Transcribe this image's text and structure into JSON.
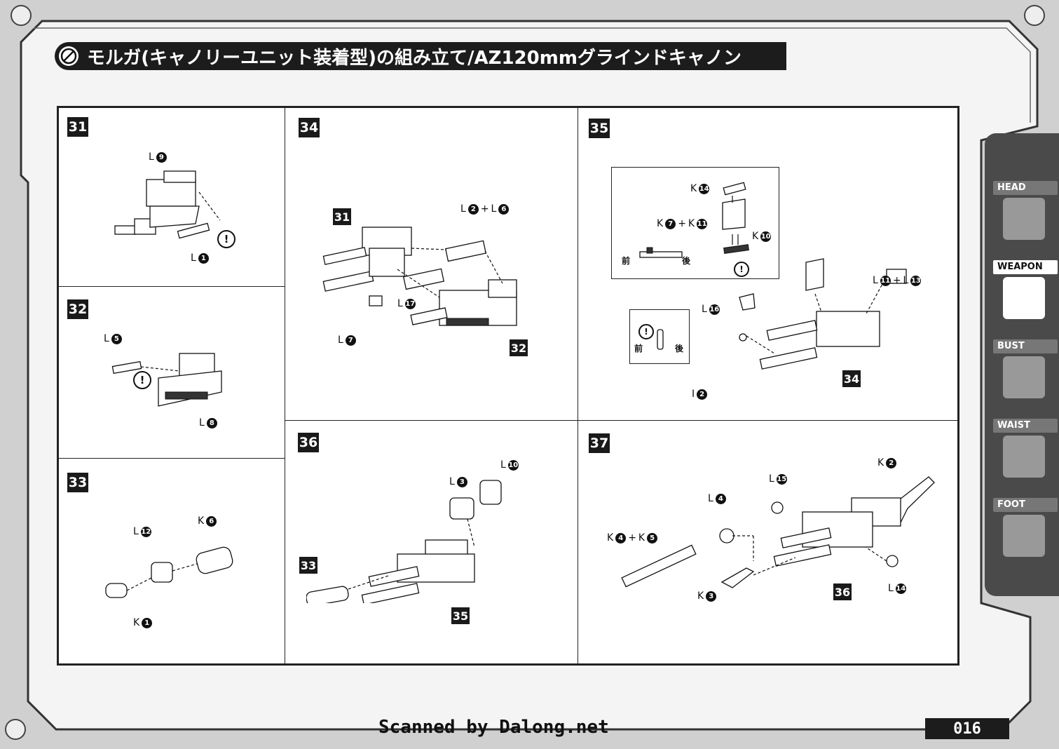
{
  "header": {
    "title": "モルガ(キャノリーユニット装着型)の組み立て/AZ120mmグラインドキャノン"
  },
  "side_nav": {
    "tabs": [
      {
        "label": "HEAD"
      },
      {
        "label": "WEAPON"
      },
      {
        "label": "BUST"
      },
      {
        "label": "WAIST"
      },
      {
        "label": "FOOT"
      }
    ]
  },
  "steps": {
    "s31": {
      "number": "31",
      "parts": [
        "L",
        "L"
      ],
      "nums": [
        "9",
        "1"
      ]
    },
    "s32": {
      "number": "32",
      "parts": [
        "L",
        "L"
      ],
      "nums": [
        "5",
        "8"
      ]
    },
    "s33": {
      "number": "33",
      "parts": [
        "L",
        "K",
        "K"
      ],
      "nums": [
        "12",
        "6",
        "1"
      ]
    },
    "s34": {
      "number": "34",
      "ref_a": "31",
      "ref_b": "32",
      "l2l6": [
        "L",
        "2",
        "+",
        "L",
        "6"
      ],
      "l17": [
        "L",
        "17"
      ],
      "l7": [
        "L",
        "7"
      ]
    },
    "s35": {
      "number": "35",
      "ref": "34",
      "k14": [
        "K",
        "14"
      ],
      "k7k11": [
        "K",
        "7",
        "+",
        "K",
        "11"
      ],
      "k10": [
        "K",
        "10"
      ],
      "l11l13": [
        "L",
        "11",
        "+",
        "L",
        "13"
      ],
      "l16": [
        "L",
        "16"
      ],
      "i2": [
        "I",
        "2"
      ],
      "front": "前",
      "back": "後"
    },
    "s36": {
      "number": "36",
      "ref_a": "33",
      "ref_b": "35",
      "l10": [
        "L",
        "10"
      ],
      "l3": [
        "L",
        "3"
      ]
    },
    "s37": {
      "number": "37",
      "ref": "36",
      "k2": [
        "K",
        "2"
      ],
      "l15": [
        "L",
        "15"
      ],
      "l4": [
        "L",
        "4"
      ],
      "k4k5": [
        "K",
        "4",
        "+",
        "K",
        "5"
      ],
      "k3": [
        "K",
        "3"
      ],
      "l14": [
        "L",
        "14"
      ]
    }
  },
  "footer": {
    "credit": "Scanned by Dalong.net",
    "page_number": "016"
  }
}
